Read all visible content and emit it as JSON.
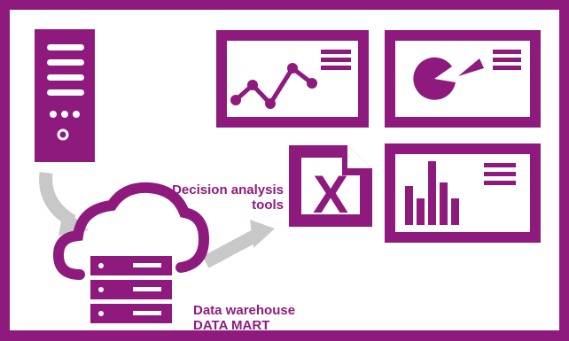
{
  "colors": {
    "purple": "#8f1a7e",
    "white": "#ffffff",
    "arrow_gray": "#c8c8c8"
  },
  "labels": {
    "decision_line1": "Decision analysis",
    "decision_line2": "tools",
    "warehouse_line1": "Data warehouse",
    "warehouse_line2": "DATA MART"
  },
  "icons": [
    "server-tower-icon",
    "cloud-database-icon",
    "line-chart-dashboard-icon",
    "pie-chart-dashboard-icon",
    "bar-chart-dashboard-icon",
    "excel-file-icon"
  ],
  "excel_letter": "X"
}
